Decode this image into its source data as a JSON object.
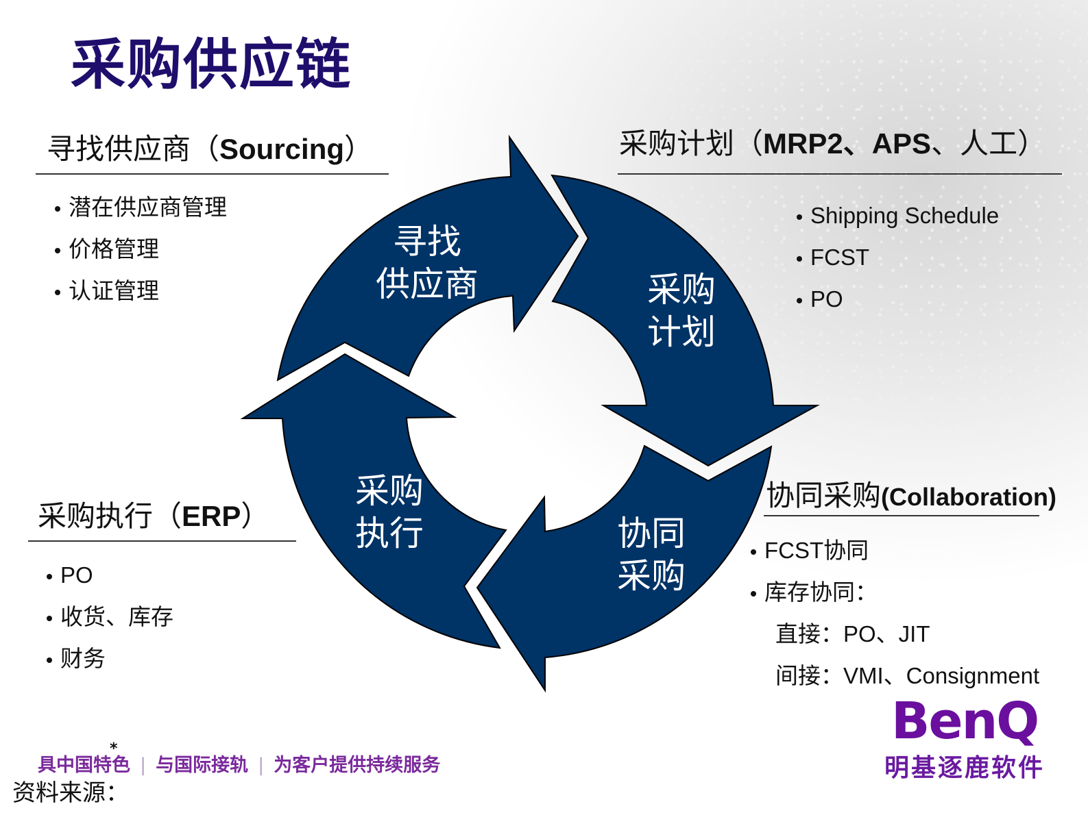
{
  "slide": {
    "title": "采购供应链",
    "colors": {
      "title": "#1f0e6b",
      "arrow_fill": "#003366",
      "arrow_stroke": "#000000",
      "arrow_text": "#ffffff",
      "brand_purple": "#6a0f9e"
    }
  },
  "cycle": {
    "arrows": [
      {
        "label_line1": "寻找",
        "label_line2": "供应商",
        "direction": "clockwise-right"
      },
      {
        "label_line1": "采购",
        "label_line2": "计划",
        "direction": "clockwise-down"
      },
      {
        "label_line1": "协同",
        "label_line2": "采购",
        "direction": "clockwise-left"
      },
      {
        "label_line1": "采购",
        "label_line2": "执行",
        "direction": "clockwise-up"
      }
    ]
  },
  "sections": {
    "sourcing": {
      "heading_cn": "寻找供应商（",
      "heading_en": "Sourcing",
      "heading_close": "）",
      "items": [
        "潜在供应商管理",
        "价格管理",
        "认证管理"
      ]
    },
    "planning": {
      "heading_cn": "采购计划（",
      "heading_en": "MRP2、APS",
      "heading_close": "、人工）",
      "items": [
        "Shipping Schedule",
        "FCST",
        "PO"
      ]
    },
    "collaboration": {
      "heading_cn": "协同采购",
      "heading_en": "(Collaboration)",
      "items": [
        "FCST协同",
        "库存协同："
      ],
      "sub_items": [
        "直接：PO、JIT",
        "间接：VMI、Consignment"
      ]
    },
    "execution": {
      "heading_cn": "采购执行（",
      "heading_en": "ERP",
      "heading_close": "）",
      "items": [
        "PO",
        "收货、库存",
        "财务"
      ]
    }
  },
  "footer": {
    "tagline": [
      "具中国特色",
      "与国际接轨",
      "为客户提供持续服务"
    ],
    "tagline_separator": "|",
    "star": "*",
    "source_label": "资料来源："
  },
  "logo": {
    "brand": "BenQ",
    "subtitle": "明基逐鹿软件"
  }
}
